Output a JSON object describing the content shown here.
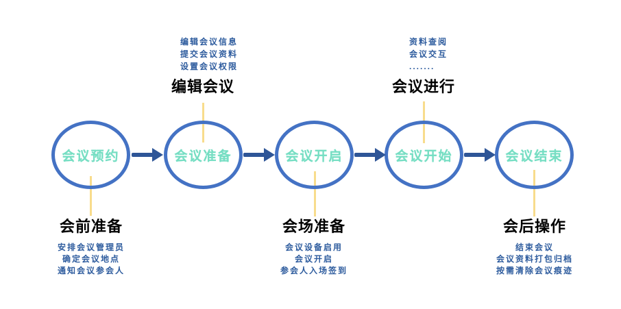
{
  "diagram": {
    "stages": [
      {
        "label": "会议预约"
      },
      {
        "label": "会议准备"
      },
      {
        "label": "会议开启"
      },
      {
        "label": "会议开始"
      },
      {
        "label": "会议结束"
      }
    ],
    "annotations_top": [
      {
        "title": "编辑会议",
        "lines": [
          "编辑会议信息",
          "提交会议资料",
          "设置会议权限"
        ]
      },
      {
        "title": "会议进行",
        "lines": [
          "资料查阅",
          "会议交互",
          "......."
        ]
      }
    ],
    "annotations_bottom": [
      {
        "title": "会前准备",
        "lines": [
          "安排会议管理员",
          "确定会议地点",
          "通知会议参会人"
        ]
      },
      {
        "title": "会场准备",
        "lines": [
          "会议设备启用",
          "会议开启",
          "参会人入场签到"
        ]
      },
      {
        "title": "会后操作",
        "lines": [
          "结束会议",
          "会议资料打包归档",
          "按需清除会议痕迹"
        ]
      }
    ],
    "colors": {
      "circle_border": "#4472C4",
      "circle_text": "#76DEC3",
      "arrow": "#2E5597",
      "detail_text": "#2E5C9E",
      "title_text": "#000000",
      "connector_line": "#F8DC8C"
    }
  }
}
